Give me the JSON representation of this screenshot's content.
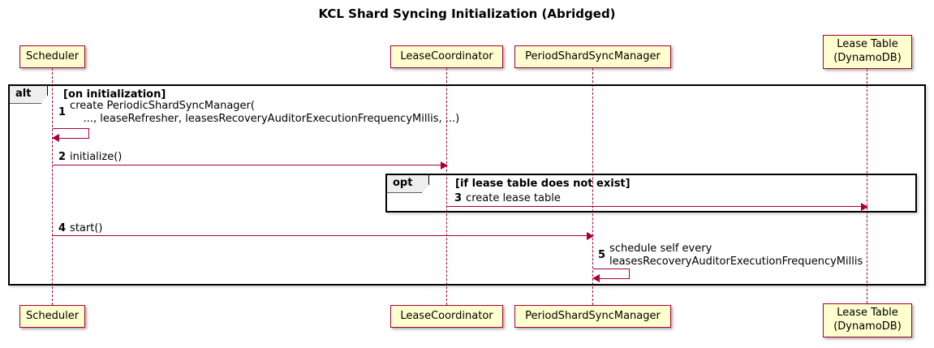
{
  "title": "KCL Shard Syncing Initialization (Abridged)",
  "participants": [
    {
      "label": "Scheduler"
    },
    {
      "label": "LeaseCoordinator"
    },
    {
      "label": "PeriodShardSyncManager"
    },
    {
      "label": "Lease Table\n(DynamoDB)"
    }
  ],
  "frames": {
    "alt": {
      "keyword": "alt",
      "condition": "[on initialization]"
    },
    "opt": {
      "keyword": "opt",
      "condition": "[if lease table does not exist]"
    }
  },
  "messages": {
    "m1": {
      "num": "1",
      "text": "create PeriodicShardSyncManager(\n    ..., leaseRefresher, leasesRecoveryAuditorExecutionFrequencyMillis, ...)"
    },
    "m2": {
      "num": "2",
      "text": "initialize()"
    },
    "m3": {
      "num": "3",
      "text": "create lease table"
    },
    "m4": {
      "num": "4",
      "text": "start()"
    },
    "m5": {
      "num": "5",
      "text": "schedule self every\nleasesRecoveryAuditorExecutionFrequencyMillis"
    }
  },
  "colors": {
    "participant_fill": "#FEFECE",
    "participant_border": "#A80036",
    "arrow": "#A80036",
    "lifeline": "#A80036",
    "frame_border": "#000000"
  }
}
